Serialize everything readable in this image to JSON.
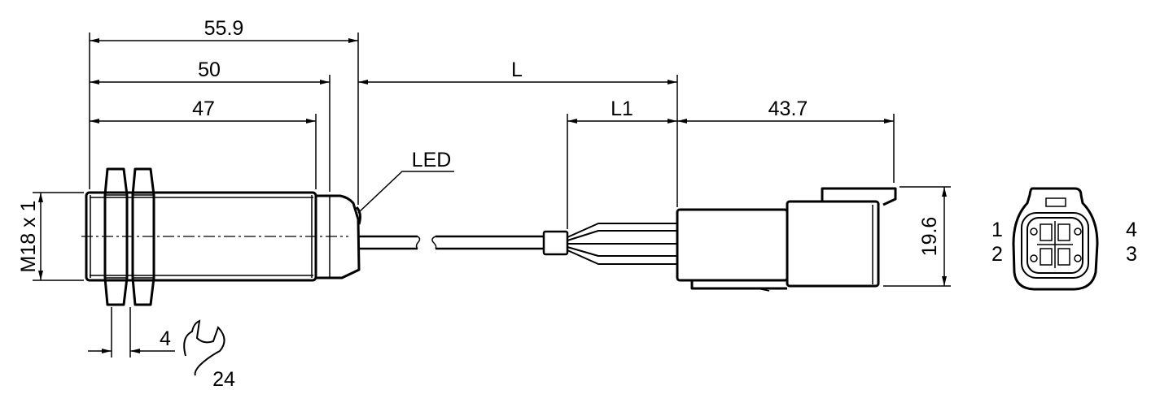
{
  "dimensions": {
    "overall_length": "55.9",
    "body_length": "50",
    "thread_length": "47",
    "cable_length": "L",
    "sleeve_length": "L1",
    "connector_length": "43.7",
    "connector_height": "19.6",
    "thread": "M18 x 1",
    "nut_thickness": "4",
    "wrench_size": "24"
  },
  "labels": {
    "led": "LED"
  },
  "pins": {
    "p1": "1",
    "p2": "2",
    "p3": "3",
    "p4": "4"
  }
}
